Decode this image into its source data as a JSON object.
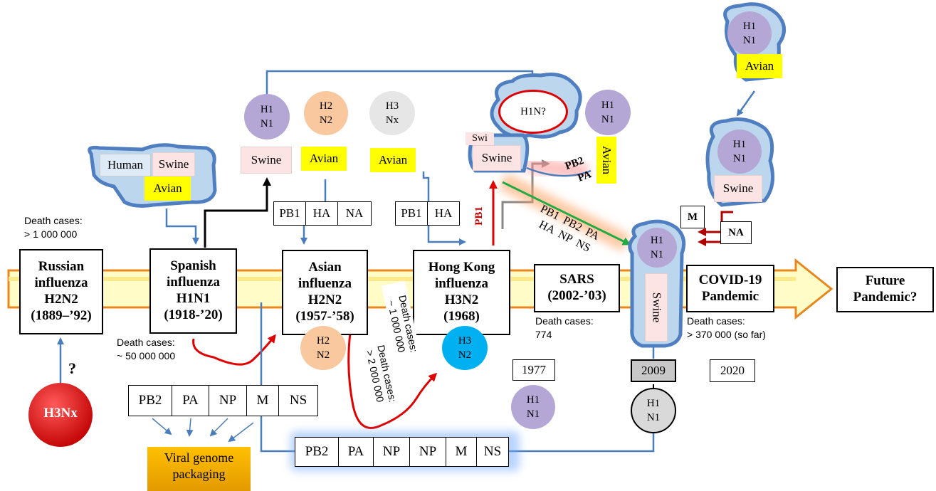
{
  "timeline": {
    "russian": "Russian\ninfluenza\nH2N2\n(1889–’92)",
    "spanish": "Spanish\ninfluenza\nH1N1\n(1918-’20)",
    "asian": "Asian\ninfluenza\nH2N2\n(1957-’58)",
    "hongkong": "Hong Kong\ninfluenza\nH3N2\n(1968)",
    "sars": "SARS\n(2002-’03)",
    "covid": "COVID-19\nPandemic",
    "future": "Future\nPandemic?"
  },
  "deaths": {
    "russian": "Death cases:\n> 1 000 000",
    "spanish": "Death cases:\n~ 50 000 000",
    "asian": "Death cases:\n> 2 000 000",
    "hongkong": "Death cases:\n~ 1 000 000",
    "sars": "Death cases:\n774",
    "covid": "Death cases:\n> 370 000 (so far)"
  },
  "years": {
    "y1977": "1977",
    "y2009": "2009",
    "y2020": "2020"
  },
  "subtypes": {
    "h1n1": "H1\nN1",
    "h2n2": "H2\nN2",
    "h3nx": "H3\nNx",
    "h3n2": "H3\nN2",
    "h1n_unknown": "H1N?",
    "h3nx_red": "H3Nx",
    "question": "?"
  },
  "hosts": {
    "human": "Human",
    "swine": "Swine",
    "avian": "Avian",
    "swine_partial": "Swi"
  },
  "genes": {
    "pb1": "PB1",
    "pb2": "PB2",
    "pa": "PA",
    "ha": "HA",
    "na": "NA",
    "np": "NP",
    "m": "M",
    "ns": "NS"
  },
  "reassort_labels": {
    "line1": "PB1  PB2  PA",
    "line2": "HA  NP  NS"
  },
  "packaging": "Viral genome\npackaging",
  "colors": {
    "purple": "#b4a7d6",
    "peach": "#f9c89f",
    "grey": "#e6e6e6",
    "blue_cyan": "#00b0f0",
    "yellow": "#ffff00",
    "red_arrow": "#e00000",
    "green_arrow": "#22aa44",
    "blue_line": "#4a7ebb",
    "cloud_blue": "#4f7fc0"
  }
}
